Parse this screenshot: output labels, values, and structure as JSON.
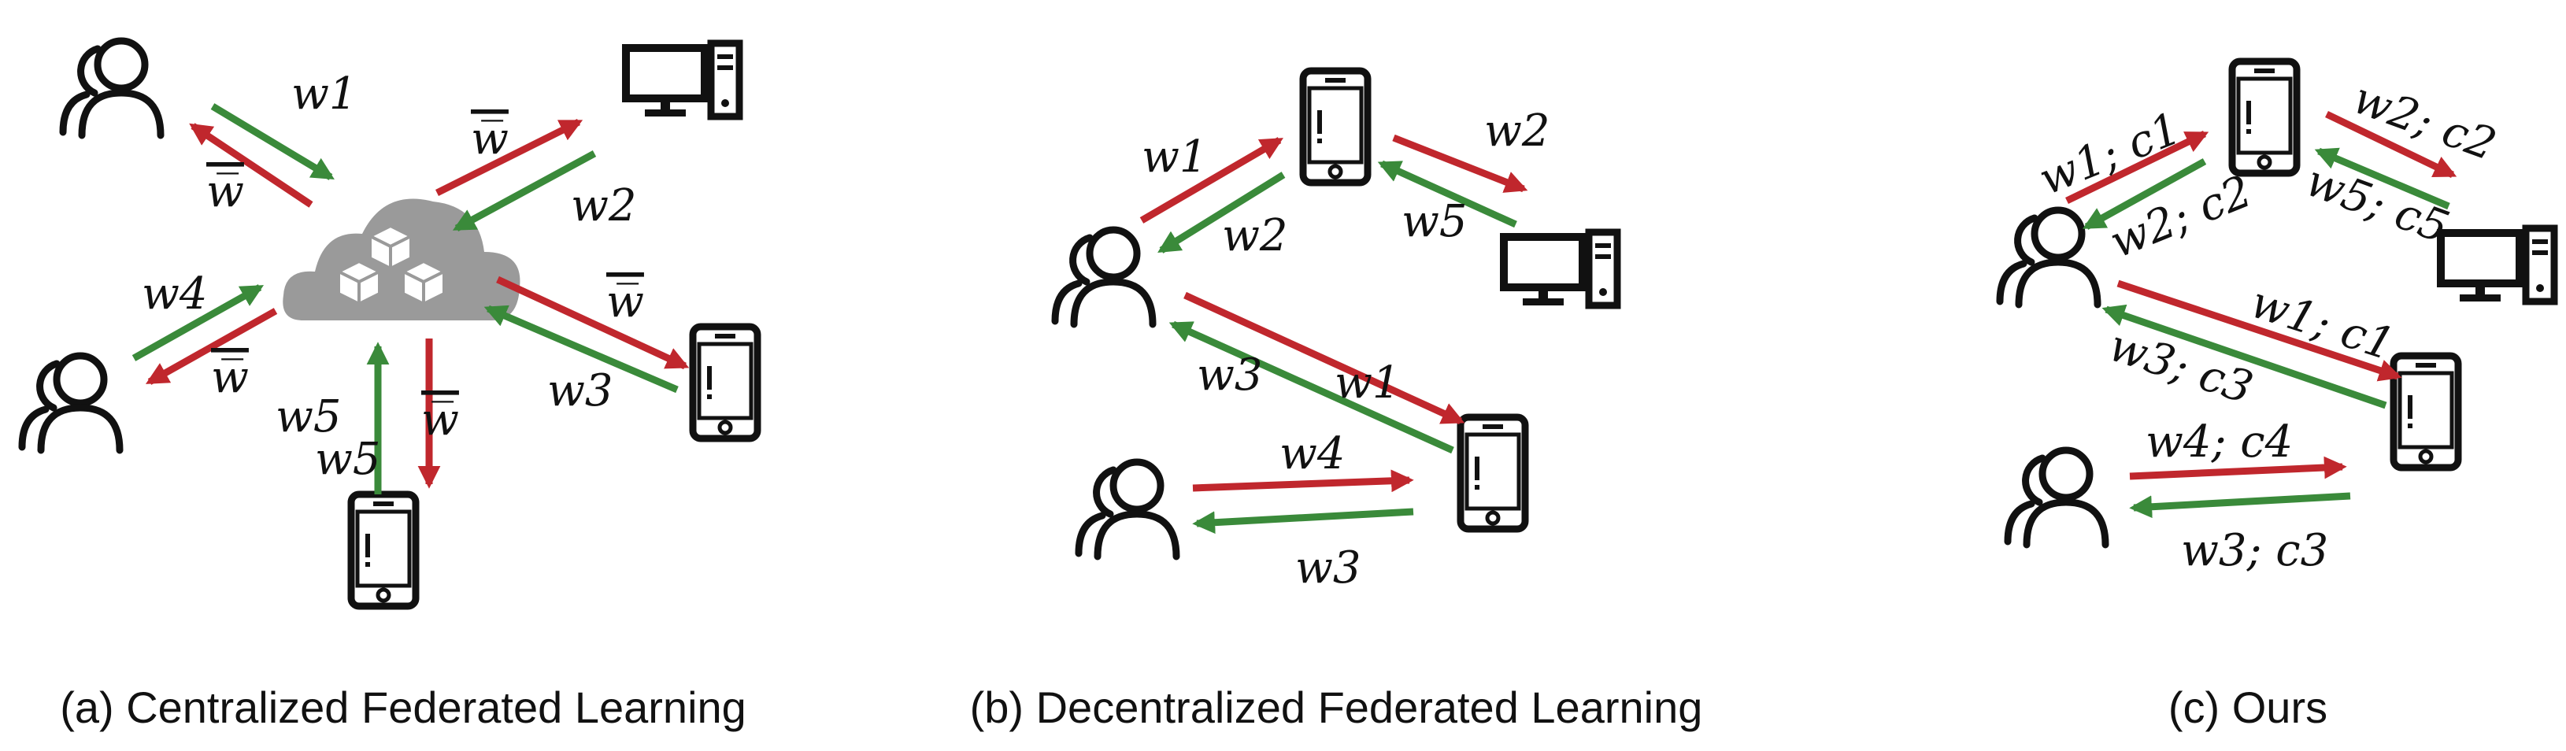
{
  "colors": {
    "red": "#c0272d",
    "green": "#3a8a3a",
    "cloud": "#9a9a9a",
    "ink": "#111111"
  },
  "icons": [
    "user-icon",
    "desktop-icon",
    "phone-icon",
    "cloud-server-icon"
  ],
  "panels": [
    {
      "caption": "(a) Centralized Federated Learning",
      "labels": [
        "w1",
        "w̅",
        "w̅",
        "w2",
        "w4",
        "w̅",
        "w̅",
        "w3",
        "w5",
        "w5",
        "w̅"
      ]
    },
    {
      "caption": "(b) Decentralized Federated Learning",
      "labels": [
        "w1",
        "w2",
        "w2",
        "w5",
        "w1",
        "w3",
        "w4",
        "w3"
      ]
    },
    {
      "caption": "(c) Ours",
      "labels": [
        "w1; c1",
        "w2; c2",
        "w2; c2",
        "w5; c5",
        "w1; c1",
        "w3; c3",
        "w4; c4",
        "w3; c3"
      ]
    }
  ]
}
